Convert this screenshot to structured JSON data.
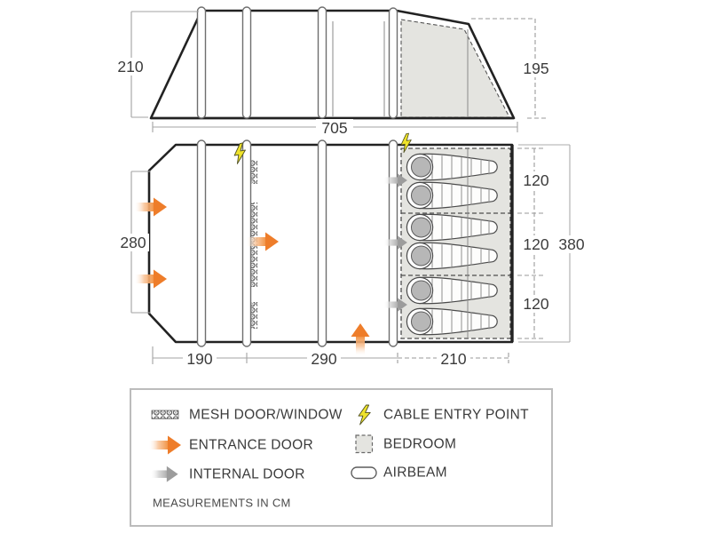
{
  "diagram_title": "tent-floorplan-diagram",
  "side_view": {
    "height_rear": "210",
    "height_front": "195",
    "length": "705"
  },
  "floor_plan": {
    "depth": "280",
    "bottom_segments": [
      "190",
      "290",
      "210"
    ],
    "bedroom_rows": [
      "120",
      "120",
      "120"
    ],
    "bedroom_depth_total": "380"
  },
  "legend": {
    "items": [
      {
        "id": "mesh-door-window",
        "label": "MESH DOOR/WINDOW"
      },
      {
        "id": "cable-entry-point",
        "label": "CABLE ENTRY POINT"
      },
      {
        "id": "entrance-door",
        "label": "ENTRANCE DOOR"
      },
      {
        "id": "bedroom",
        "label": "BEDROOM"
      },
      {
        "id": "internal-door",
        "label": "INTERNAL DOOR"
      },
      {
        "id": "airbeam",
        "label": "AIRBEAM"
      }
    ],
    "note": "MEASUREMENTS IN CM"
  },
  "colors": {
    "outline": "#222222",
    "bedroom_fill": "#e4e4e0",
    "entrance_orange": "#ee7d2a",
    "internal_gray": "#9c9c9c",
    "cable_yellow": "#efe32b",
    "dimension_gray": "#a3a3a3",
    "text": "#3b3b3b"
  }
}
